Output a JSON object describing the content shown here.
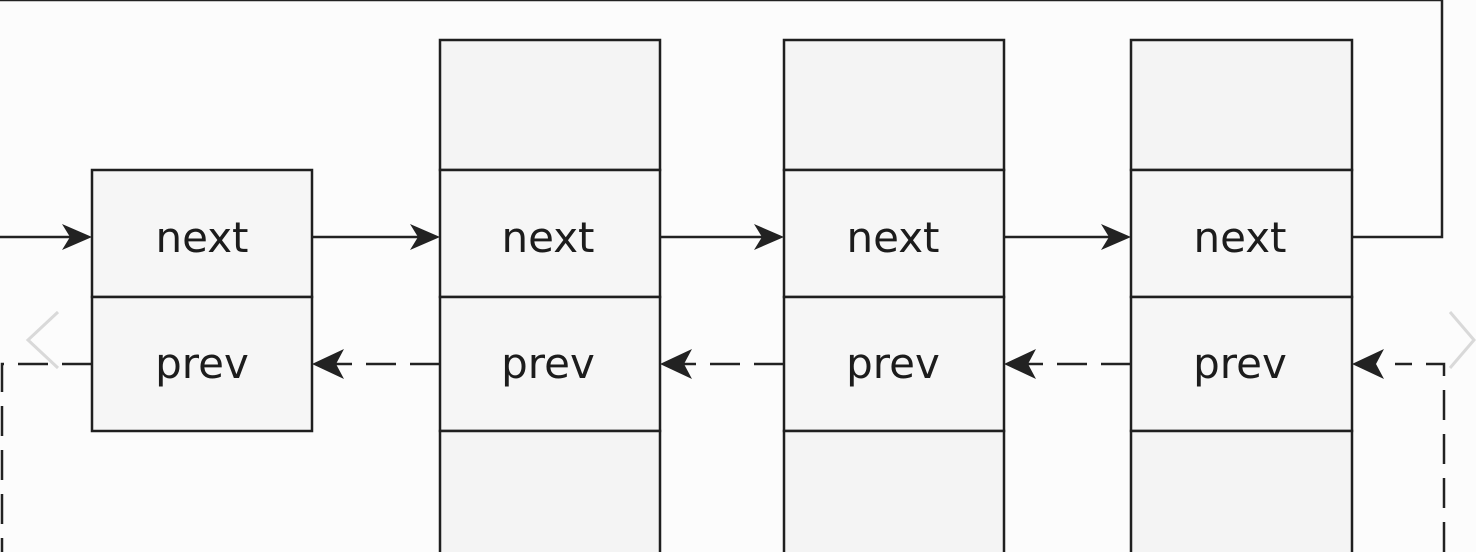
{
  "nodes": [
    {
      "next_label": "next",
      "prev_label": "prev"
    },
    {
      "next_label": "next",
      "prev_label": "prev"
    },
    {
      "next_label": "next",
      "prev_label": "prev"
    },
    {
      "next_label": "next",
      "prev_label": "prev"
    }
  ],
  "colors": {
    "stroke": "#1f1f1f",
    "cell_fill": "#f6f6f6",
    "background": "#fcfcfc"
  },
  "icons": {
    "left_nav": "chevron-left-icon",
    "right_nav": "chevron-right-icon"
  }
}
